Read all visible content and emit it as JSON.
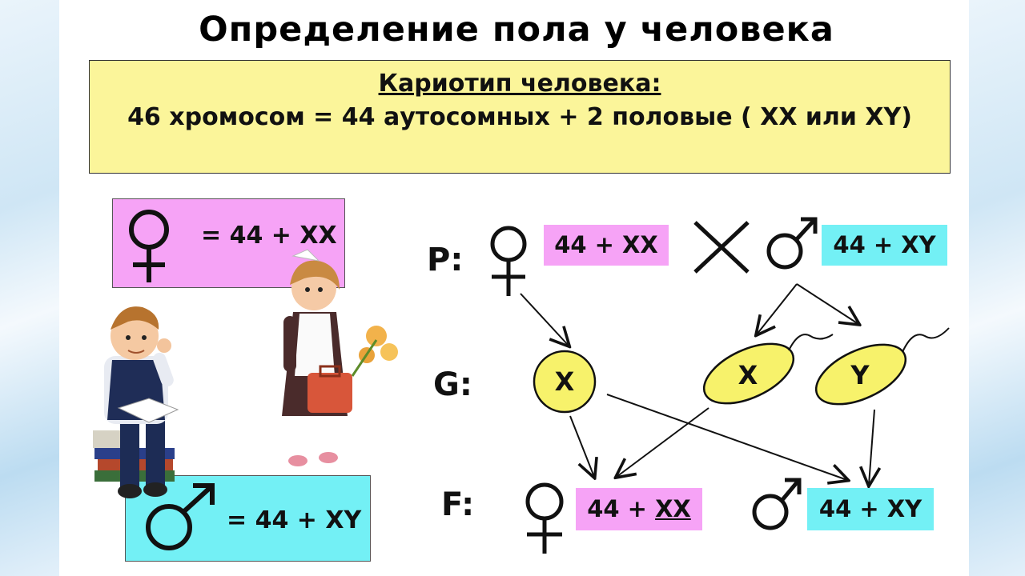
{
  "title": "Определение пола у человека",
  "karyotype": {
    "heading": "Кариотип человека:",
    "formula": "46 хромосом = 44 аутосомных + 2 половые ( XX или XY)"
  },
  "female_legend": {
    "symbol": "female-symbol",
    "text": "= 44 + XX",
    "color": "#f6a3f6"
  },
  "male_legend": {
    "symbol": "male-symbol",
    "text": "= 44 + XY",
    "color": "#73f0f5"
  },
  "scheme": {
    "labels": {
      "p": "P:",
      "g": "G:",
      "f": "F:"
    },
    "parents": {
      "mother": "44 + XX",
      "father": "44 + XY"
    },
    "gametes": {
      "egg": "X",
      "sperm_x": "X",
      "sperm_y": "Y"
    },
    "offspring": {
      "daughter_prefix": "44 + ",
      "daughter_underlined": "XX",
      "son": "44 + XY"
    }
  },
  "colors": {
    "pink": "#f6a3f6",
    "cyan": "#73f0f5",
    "yellow": "#f7f26b",
    "note": "#fbf59a"
  },
  "illustrations": [
    "boy-reading-book",
    "girl-with-flowers-and-bag"
  ]
}
